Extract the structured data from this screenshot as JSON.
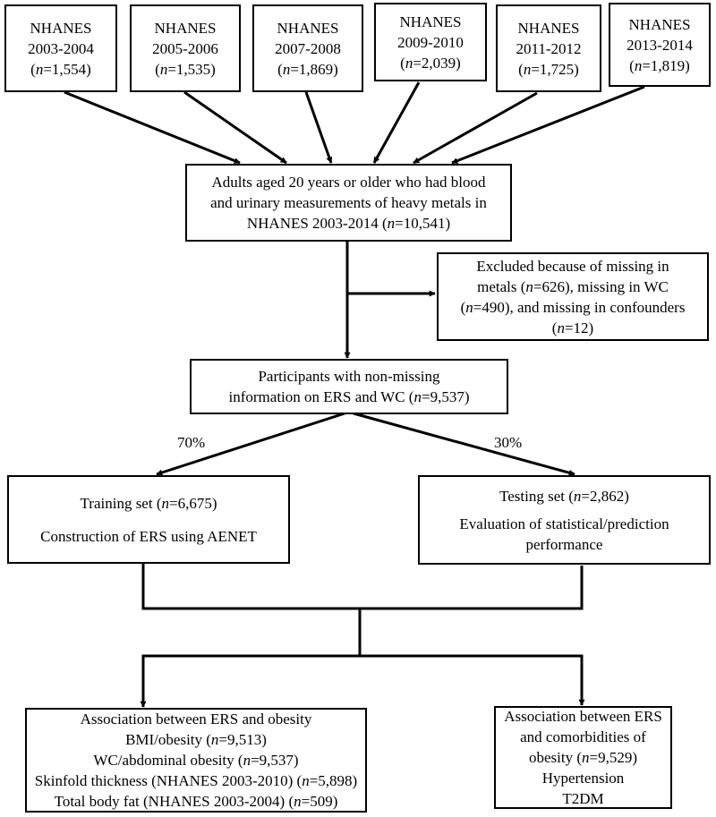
{
  "cohorts": [
    {
      "title": "NHANES",
      "years": "2003-2004",
      "n": "=1,554"
    },
    {
      "title": "NHANES",
      "years": "2005-2006",
      "n": "=1,535"
    },
    {
      "title": "NHANES",
      "years": "2007-2008",
      "n": "=1,869"
    },
    {
      "title": "NHANES",
      "years": "2009-2010",
      "n": "=2,039"
    },
    {
      "title": "NHANES",
      "years": "2011-2012",
      "n": "=1,725"
    },
    {
      "title": "NHANES",
      "years": "2013-2014",
      "n": "=1,819"
    }
  ],
  "pooled": {
    "line1": "Adults aged 20 years or older who had blood",
    "line2": "and urinary measurements of heavy metals in",
    "line3_pre": "NHANES 2003-2014 (",
    "line3_n": "=10,541)"
  },
  "excluded": {
    "line1": "Excluded because of missing in",
    "line2_pre": "metals (",
    "line2_n": "=626), missing in WC",
    "line3_pre": "(",
    "line3_n": "=490), and missing in confounders",
    "line4_pre": "(",
    "line4_n": "=12)"
  },
  "analytic": {
    "line1": "Participants with non-missing",
    "line2_pre": "information on ERS and WC (",
    "line2_n": "=9,537)"
  },
  "split": {
    "train_pct": "70%",
    "test_pct": "30%"
  },
  "training": {
    "line1_pre": "Training set (",
    "line1_n": "=6,675)",
    "line2": "Construction of ERS using AENET"
  },
  "testing": {
    "line1_pre": "Testing set (",
    "line1_n": "=2,862)",
    "line2": "Evaluation of statistical/prediction",
    "line3": "performance"
  },
  "obesity_assoc": {
    "line1": "Association between ERS and obesity",
    "line2_pre": "BMI/obesity (",
    "line2_n": "=9,513)",
    "line3_pre": "WC/abdominal obesity (",
    "line3_n": "=9,537)",
    "line4_pre": "Skinfold thickness (NHANES 2003-2010) (",
    "line4_n": "=5,898)",
    "line5_pre": "Total body fat (NHANES 2003-2004) (",
    "line5_n": "=509)"
  },
  "comorbid_assoc": {
    "line1": "Association between ERS",
    "line2": "and comorbidities of",
    "line3_pre": "obesity (",
    "line3_n": "=9,529)",
    "line4": "Hypertension",
    "line5": "T2DM"
  },
  "n_symbol": "n"
}
